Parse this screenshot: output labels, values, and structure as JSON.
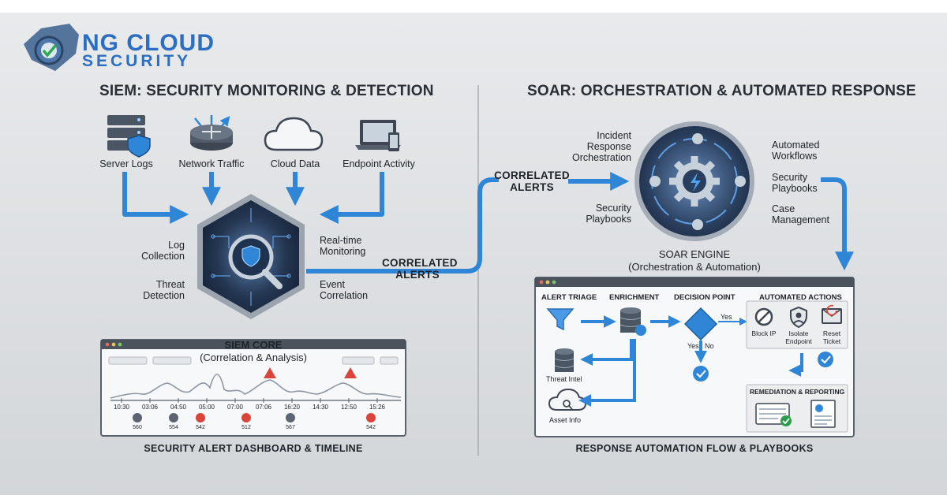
{
  "brand": {
    "line1": "NG CLOUD",
    "line2": "SECURITY"
  },
  "siem": {
    "title": "SIEM: SECURITY MONITORING & DETECTION",
    "sources": [
      "Server Logs",
      "Network Traffic",
      "Cloud Data",
      "Endpoint Activity"
    ],
    "core_labels": {
      "log_collection": "Log\nCollection",
      "threat_detection": "Threat\nDetection",
      "realtime": "Real-time\nMonitoring",
      "event_correlation": "Event\nCorrelation"
    },
    "core_title": "SIEM CORE",
    "core_subtitle": "(Correlation & Analysis)",
    "output_label": "CORRELATED\nALERTS",
    "dashboard": {
      "times": [
        "10:30",
        "03:06",
        "04:50",
        "05:00",
        "07:00",
        "07:06",
        "16:20",
        "14:30",
        "12:50",
        "15:26"
      ],
      "event_counts": [
        "560",
        "554",
        "542",
        "512",
        "567",
        "542"
      ],
      "caption": "SECURITY ALERT DASHBOARD & TIMELINE"
    }
  },
  "soar": {
    "title": "SOAR: ORCHESTRATION & AUTOMATED RESPONSE",
    "input_label": "CORRELATED\nALERTS",
    "engine_left": [
      "Incident\nResponse\nOrchestration",
      "Security\nPlaybooks"
    ],
    "engine_right": [
      "Automated\nWorkflows",
      "Security\nPlaybooks",
      "Case\nManagement"
    ],
    "engine_title": "SOAR ENGINE",
    "engine_subtitle": "(Orchestration & Automation)",
    "flow": {
      "alert_triage": "ALERT TRIAGE",
      "enrichment": "ENRICHMENT",
      "decision_point": "DECISION POINT",
      "automated_actions": "AUTOMATED ACTIONS",
      "threat_intel": "Threat Intel",
      "asset_info": "Asset Info",
      "yes": "Yes",
      "yes2": "Yes",
      "no": "No",
      "actions": [
        "Block IP",
        "Isolate\nEndpoint",
        "Reset\nTicket"
      ],
      "remediation": "REMEDIATION & REPORTING"
    },
    "caption": "RESPONSE AUTOMATION FLOW & PLAYBOOKS"
  },
  "colors": {
    "accent": "#2f86d6",
    "dark": "#2b3645",
    "alert": "#d9453a",
    "ok": "#2a9d4a"
  }
}
